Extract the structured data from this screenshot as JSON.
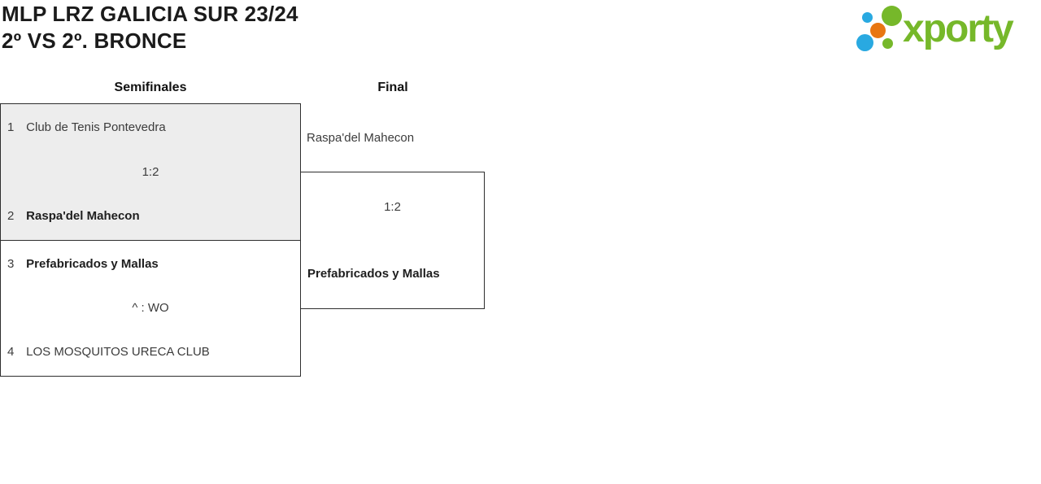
{
  "page": {
    "title_line1": "MLP LRZ GALICIA SUR 23/24",
    "title_line2": "2º VS 2º. BRONCE"
  },
  "logo": {
    "text": "xporty",
    "colors": {
      "green": "#76b82a",
      "blue": "#29a9e1",
      "orange": "#e87611"
    }
  },
  "bracket": {
    "highlight_color": "#ededed",
    "border_color": "#2e2e2e",
    "rounds": [
      {
        "label": "Semifinales",
        "matches": [
          {
            "team1": {
              "seed": "1",
              "name": "Club de Tenis Pontevedra",
              "winner": false
            },
            "score": "1:2",
            "team2": {
              "seed": "2",
              "name": "Raspa'del Mahecon",
              "winner": true
            },
            "highlighted": true
          },
          {
            "team1": {
              "seed": "3",
              "name": "Prefabricados y Mallas",
              "winner": true
            },
            "score": "^ : WO",
            "team2": {
              "seed": "4",
              "name": "LOS MOSQUITOS URECA CLUB",
              "winner": false
            },
            "highlighted": false
          }
        ]
      },
      {
        "label": "Final",
        "matches": [
          {
            "team1": {
              "name": "Raspa'del Mahecon",
              "winner": false
            },
            "score": "1:2",
            "team2": {
              "name": "Prefabricados y Mallas",
              "winner": true
            },
            "highlighted": false
          }
        ]
      }
    ]
  }
}
